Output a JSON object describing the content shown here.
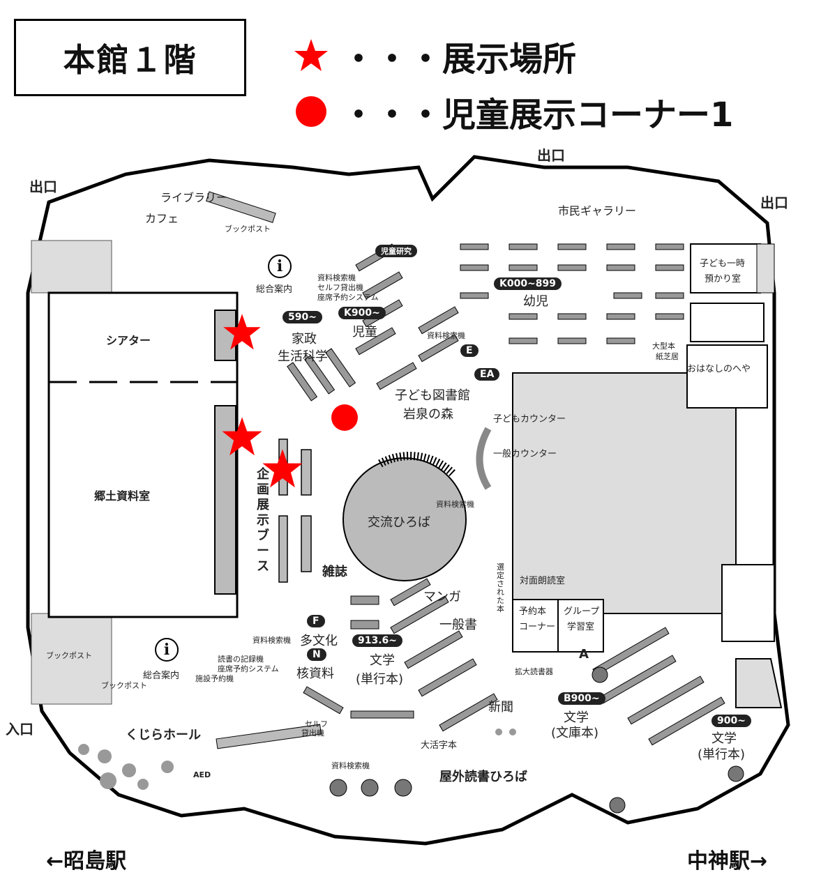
{
  "title": "本館１階",
  "legend": [
    {
      "symbol": "star-icon",
      "color": "#ff0000",
      "label": "・・・展示場所"
    },
    {
      "symbol": "circle-icon",
      "color": "#ff0000",
      "label": "・・・児童展示コーナー1"
    }
  ],
  "exits": {
    "top_left": "出口",
    "top_center": "出口",
    "top_right": "出口",
    "entrance": "入口"
  },
  "rooms": {
    "theater": "シアター",
    "local_materials": "郷土資料室",
    "exhibit_booth": "企画展示ブース",
    "exchange_plaza": "交流ひろば",
    "magazines": "雑誌",
    "kids_library": "子ども図書館",
    "kids_library_2": "岩泉の森",
    "citizen_gallery": "市民ギャラリー",
    "childcare": "子ども一時",
    "childcare_2": "預かり室",
    "story_room": "おはなしのへや",
    "picture_theater": "大型本",
    "picture_theater_2": "紙芝居",
    "infants": "幼児",
    "children": "児童",
    "home_econ": "家政",
    "home_econ_2": "生活科学",
    "library_cafe": "ライブラリー",
    "library_cafe_2": "カフェ",
    "reading_room": "対面朗読室",
    "reserved": "予約本",
    "reserved_2": "コーナー",
    "group_study": "グループ",
    "group_study_2": "学習室",
    "manga": "マンガ",
    "general_books": "一般書",
    "literature_single": "文学",
    "literature_single_2": "(単行本)",
    "literature_paper": "文学",
    "literature_paper_2": "(文庫本)",
    "literature_single_b": "文学",
    "literature_single_b_2": "(単行本)",
    "multicultural": "多文化",
    "nuclear": "核資料",
    "newspaper": "新聞",
    "kujira_hall": "くじらホール",
    "outdoor_reading": "屋外読書ひろば",
    "large_print": "大活字本",
    "kids_counter": "子どもカウンター",
    "general_counter": "一般カウンター",
    "info_desk_top": "総合案内",
    "info_desk_bottom": "総合案内",
    "book_post_top": "ブックポスト",
    "book_post_left": "ブックポスト",
    "book_post_bottom": "ブックポスト",
    "child_research": "児童研究",
    "selected_books": "選定された本",
    "magnifier": "拡大読書器",
    "self_checkout_top": "資料検索機",
    "self_checkout_top_2": "セルフ貸出機",
    "self_checkout_top_3": "座席予約システム",
    "opac_kids": "資料検索機",
    "opac_center": "資料検索機",
    "opac_bottom": "資料検索機",
    "opac_bottom_2": "読書の記録機",
    "opac_bottom_3": "座席予約システム",
    "seat_reserve": "施設予約機",
    "self_checkout_bottom": "セルフ",
    "self_checkout_bottom_2": "貸出機",
    "opac_bottom2": "資料検索機",
    "aed": "AED"
  },
  "badges": {
    "k000": "K000~899",
    "k900": "K900~",
    "n590": "590~",
    "e": "E",
    "ea": "EA",
    "f": "F",
    "n": "N",
    "n913": "913.6~",
    "b900": "B900~",
    "n900": "900~",
    "a": "A"
  },
  "directions": {
    "left": "←昭島駅",
    "right": "中神駅→"
  }
}
